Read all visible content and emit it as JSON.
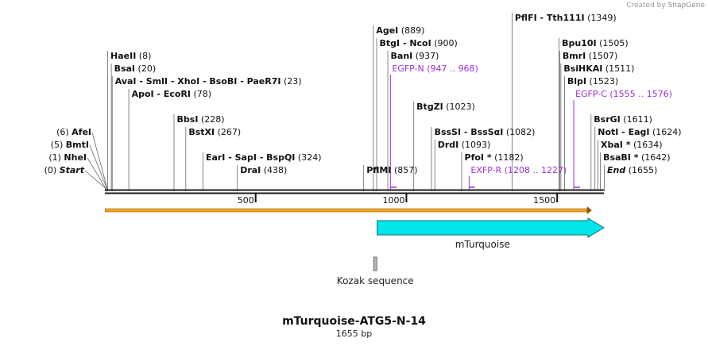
{
  "credit": {
    "text": "Created by",
    "brand": "SnapGene"
  },
  "title": "mTurquoise-ATG5-N-14",
  "length_label": "1655 bp",
  "chart_data": {
    "type": "plasmid-linear-map",
    "total_bp": 1655,
    "ticks": [
      {
        "value": 500,
        "label": "500"
      },
      {
        "value": 1000,
        "label": "1000"
      },
      {
        "value": 1500,
        "label": "1500"
      }
    ],
    "sites": [
      {
        "name": "Start",
        "pos": "(0)",
        "bp": 0,
        "row": 0,
        "side": "left",
        "italic": true
      },
      {
        "name": "NheI",
        "pos": "(1)",
        "bp": 1,
        "row": 1,
        "side": "left"
      },
      {
        "name": "BmtI",
        "pos": "(5)",
        "bp": 5,
        "row": 2,
        "side": "left"
      },
      {
        "name": "AfeI",
        "pos": "(6)",
        "bp": 6,
        "row": 3,
        "side": "left"
      },
      {
        "name": "HaeII",
        "pos": "(8)",
        "bp": 8,
        "row": 9,
        "side": "right"
      },
      {
        "name": "BsaI",
        "pos": "(20)",
        "bp": 20,
        "row": 8,
        "side": "right"
      },
      {
        "name": "AvaI  -  SmlI  -  XhoI  -  BsoBI  -  PaeR7I",
        "pos": "(23)",
        "bp": 23,
        "row": 7,
        "side": "right"
      },
      {
        "name": "ApoI  -  EcoRI",
        "pos": "(78)",
        "bp": 78,
        "row": 6,
        "side": "right"
      },
      {
        "name": "BbsI",
        "pos": "(228)",
        "bp": 228,
        "row": 4,
        "side": "right"
      },
      {
        "name": "BstXI",
        "pos": "(267)",
        "bp": 267,
        "row": 3,
        "side": "right"
      },
      {
        "name": "EarI  -  SapI  -  BspQI",
        "pos": "(324)",
        "bp": 324,
        "row": 1,
        "side": "right"
      },
      {
        "name": "DraI",
        "pos": "(438)",
        "bp": 438,
        "row": 0,
        "side": "right"
      },
      {
        "name": "PflMI",
        "pos": "(857)",
        "bp": 857,
        "row": 0,
        "side": "right"
      },
      {
        "name": "AgeI",
        "pos": "(889)",
        "bp": 889,
        "row": 11,
        "side": "right"
      },
      {
        "name": "BtgI  -  NcoI",
        "pos": "(900)",
        "bp": 900,
        "row": 10,
        "side": "right"
      },
      {
        "name": "BanI",
        "pos": "(937)",
        "bp": 937,
        "row": 9,
        "side": "right"
      },
      {
        "name": "BtgZI",
        "pos": "(1023)",
        "bp": 1023,
        "row": 5,
        "side": "right"
      },
      {
        "name": "BssSI  -  BssSαI",
        "pos": "(1082)",
        "bp": 1082,
        "row": 3,
        "side": "right"
      },
      {
        "name": "DrdI",
        "pos": "(1093)",
        "bp": 1093,
        "row": 2,
        "side": "right"
      },
      {
        "name": "PfoI *",
        "pos": "(1182)",
        "bp": 1182,
        "row": 1,
        "side": "right"
      },
      {
        "name": "PflFI  -  Tth111I",
        "pos": "(1349)",
        "bp": 1349,
        "row": 12,
        "side": "right"
      },
      {
        "name": "Bpu10I",
        "pos": "(1505)",
        "bp": 1505,
        "row": 10,
        "side": "right"
      },
      {
        "name": "BmrI",
        "pos": "(1507)",
        "bp": 1507,
        "row": 9,
        "side": "right"
      },
      {
        "name": "BsiHKAI",
        "pos": "(1511)",
        "bp": 1511,
        "row": 8,
        "side": "right"
      },
      {
        "name": "BlpI",
        "pos": "(1523)",
        "bp": 1523,
        "row": 7,
        "side": "right"
      },
      {
        "name": "BsrGI",
        "pos": "(1611)",
        "bp": 1611,
        "row": 4,
        "side": "right"
      },
      {
        "name": "NotI  -  EagI",
        "pos": "(1624)",
        "bp": 1624,
        "row": 3,
        "side": "right"
      },
      {
        "name": "XbaI *",
        "pos": "(1634)",
        "bp": 1634,
        "row": 2,
        "side": "right"
      },
      {
        "name": "BsaBI *",
        "pos": "(1642)",
        "bp": 1642,
        "row": 1,
        "side": "right"
      },
      {
        "name": "End",
        "pos": "(1655)",
        "bp": 1655,
        "row": 0,
        "side": "right",
        "italic": true
      }
    ],
    "primers": [
      {
        "name": "EGFP-N",
        "pos": "(947 .. 968)",
        "start": 947,
        "end": 968,
        "row": 8,
        "color": "#9b30d9"
      },
      {
        "name": "EXFP-R",
        "pos": "(1208 .. 1227)",
        "start": 1208,
        "end": 1227,
        "row": 0,
        "color": "#9b30d9"
      },
      {
        "name": "EGFP-C",
        "pos": "(1555 .. 1576)",
        "start": 1555,
        "end": 1576,
        "row": 6,
        "color": "#9b30d9"
      }
    ],
    "features": [
      {
        "name": "mTurquoise",
        "start": 903,
        "end": 1655,
        "color": "#00e5ea",
        "direction": "forward"
      },
      {
        "name": "Kozak sequence",
        "start": 894,
        "end": 903,
        "color": "#b8b8b8",
        "direction": "none"
      }
    ],
    "orf": {
      "start": 1,
      "end": 1615,
      "color": "#f6a623"
    },
    "colors": {
      "backbone": "#1e1e1e",
      "primer": "#9b30d9",
      "feature": "#00e5ea",
      "orf": "#f6a623"
    }
  }
}
